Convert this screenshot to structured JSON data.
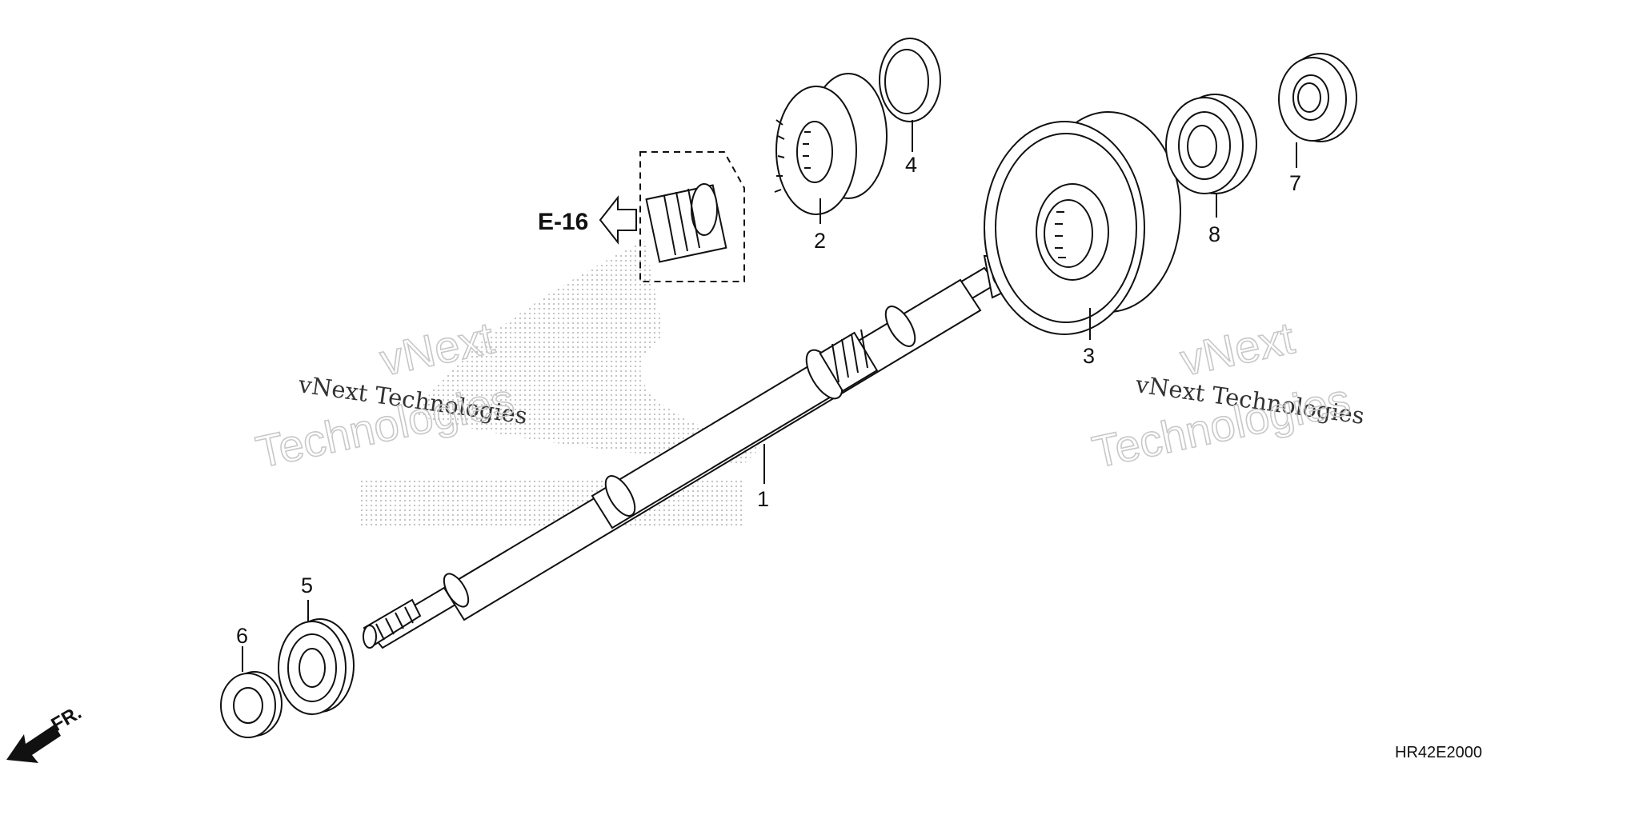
{
  "callouts": [
    {
      "id": "1",
      "label": "1"
    },
    {
      "id": "2",
      "label": "2"
    },
    {
      "id": "3",
      "label": "3"
    },
    {
      "id": "4",
      "label": "4"
    },
    {
      "id": "5",
      "label": "5"
    },
    {
      "id": "6",
      "label": "6"
    },
    {
      "id": "7",
      "label": "7"
    },
    {
      "id": "8",
      "label": "8"
    }
  ],
  "reference": {
    "label": "E-16"
  },
  "front_indicator": {
    "label": "FR."
  },
  "diagram_code": "HR42E2000",
  "watermarks": [
    {
      "line1": "vNext Technologies",
      "line2": "vNext",
      "line3": "Technologies"
    },
    {
      "line1": "vNext Technologies",
      "line2": "vNext",
      "line3": "Technologies"
    }
  ],
  "colors": {
    "line": "#111111",
    "background": "#ffffff",
    "watermark": "#c8c8c8"
  }
}
